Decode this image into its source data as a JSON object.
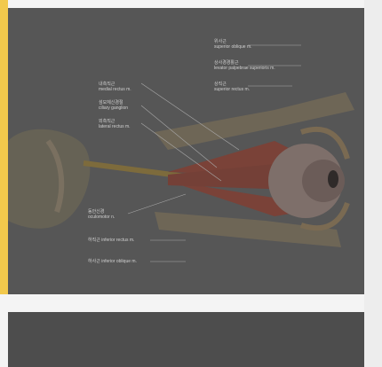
{
  "colors": {
    "accent": "#f2c94c",
    "overlay": "#565656",
    "panel": "#4d4d4d"
  },
  "labels": [
    {
      "ko": "위사근",
      "en": "superior oblique m."
    },
    {
      "ko": "상사경경활근",
      "en": "levator palpebrae superioris m."
    },
    {
      "ko": "상직근",
      "en": "superior rectus m."
    },
    {
      "ko": "내측직근",
      "en": "medial rectus m."
    },
    {
      "ko": "섬모체신경절",
      "en": "ciliary ganglion"
    },
    {
      "ko": "외측직근",
      "en": "lateral rectus m."
    },
    {
      "ko": "동안신경",
      "en": "oculomotor n."
    },
    {
      "ko": "하직근",
      "en": "inferior rectus m."
    },
    {
      "ko": "하사근",
      "en": "inferior oblique m."
    }
  ]
}
